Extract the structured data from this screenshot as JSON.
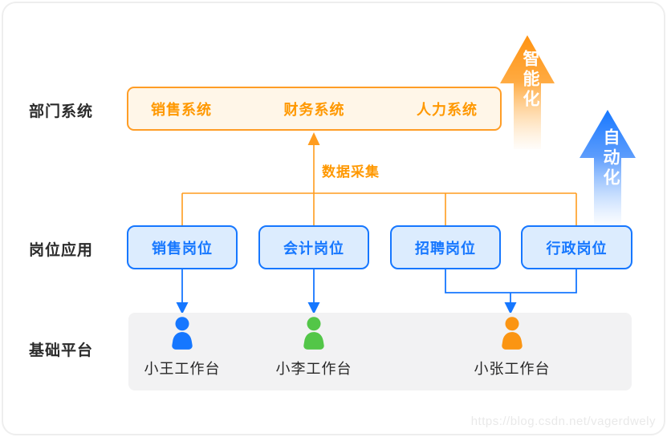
{
  "rows": {
    "department": {
      "label": "部门系统"
    },
    "position": {
      "label": "岗位应用"
    },
    "platform": {
      "label": "基础平台"
    }
  },
  "department_systems": [
    "销售系统",
    "财务系统",
    "人力系统"
  ],
  "position_apps": [
    "销售岗位",
    "会计岗位",
    "招聘岗位",
    "行政岗位"
  ],
  "workbenches": [
    {
      "name": "小王工作台",
      "color": "#1677ff"
    },
    {
      "name": "小李工作台",
      "color": "#53c648"
    },
    {
      "name": "小张工作台",
      "color": "#fb9513"
    }
  ],
  "annotations": {
    "data_collection": "数据采集",
    "intelligence": "智能化",
    "automation": "自动化"
  },
  "watermark": "https://blog.csdn.net/vagerdwely",
  "colors": {
    "orange_line": "#ff9c1e",
    "orange_text": "#ff9800",
    "orange_box_fill": "#fff6e8",
    "blue_line": "#1677ff",
    "blue_box_fill": "#dcecfe",
    "platform_fill": "#f2f2f3",
    "green_person": "#53c648",
    "orange_person": "#fb9513"
  }
}
